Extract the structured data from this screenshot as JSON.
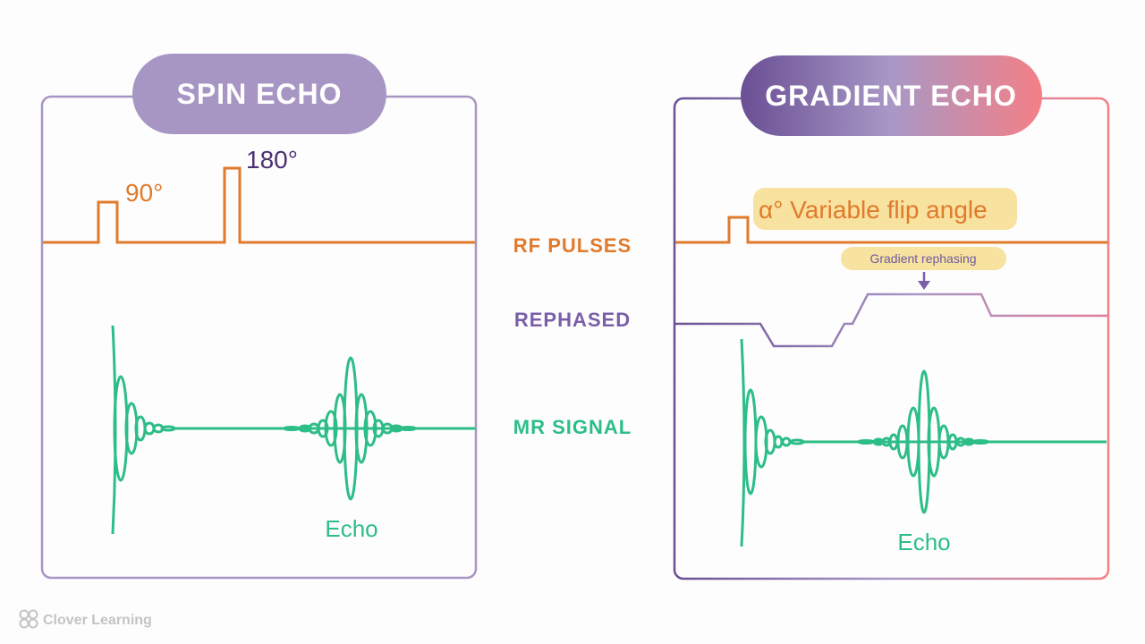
{
  "colors": {
    "spin_frame": "#a796c4",
    "rf": "#e07a2c",
    "rephased": "#7a5fa8",
    "signal": "#2dbd87",
    "deg180": "#4a3072",
    "grad_start": "#6a4f94",
    "grad_mid": "#a898c6",
    "grad_end": "#f47f86",
    "highlight": "#f8e2a0",
    "logo": "#c4c4c4"
  },
  "spin_echo": {
    "title": "SPIN ECHO",
    "pulse_90_label": "90°",
    "pulse_180_label": "180°",
    "echo_label": "Echo"
  },
  "gradient_echo": {
    "title": "GRADIENT ECHO",
    "flip_label": "α° Variable flip angle",
    "rephasing_label": "Gradient rephasing",
    "echo_label": "Echo"
  },
  "row_labels": {
    "rf": "RF PULSES",
    "rephased": "REPHASED",
    "signal": "MR SIGNAL"
  },
  "logo": {
    "text": "Clover Learning",
    "icon": "clover-icon"
  }
}
